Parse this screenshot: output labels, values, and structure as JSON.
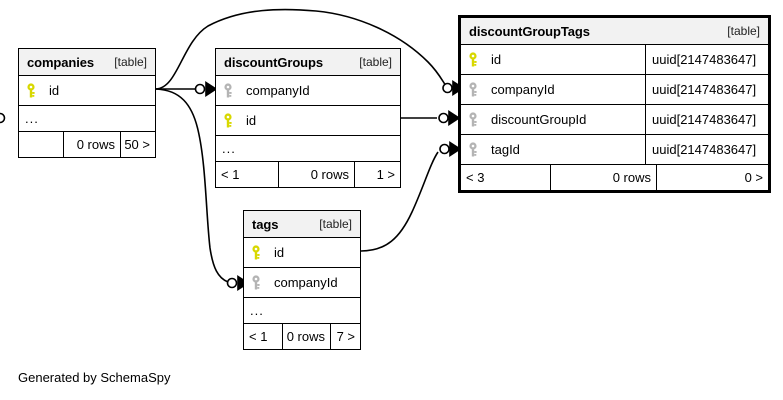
{
  "diagram": {
    "caption": "Generated by SchemaSpy",
    "table_tag": "[table]",
    "ellipsis": "...",
    "rows_label": "0 rows",
    "colors": {
      "primary_key": "#d8d800",
      "foreign_key": "#b4b4b4",
      "header_bg": "#f2f2f2",
      "border": "#000000",
      "background": "#ffffff"
    }
  },
  "tables": {
    "companies": {
      "name": "companies",
      "tag": "[table]",
      "columns": [
        {
          "name": "id",
          "key": "primary",
          "type": ""
        }
      ],
      "ellipsis": "...",
      "footer": {
        "left": "",
        "middle": "0 rows",
        "right": "50 >"
      }
    },
    "discountGroups": {
      "name": "discountGroups",
      "tag": "[table]",
      "columns": [
        {
          "name": "companyId",
          "key": "foreign",
          "type": ""
        },
        {
          "name": "id",
          "key": "primary",
          "type": ""
        }
      ],
      "ellipsis": "...",
      "footer": {
        "left": "< 1",
        "middle": "0 rows",
        "right": "1 >"
      }
    },
    "discountGroupTags": {
      "name": "discountGroupTags",
      "tag": "[table]",
      "focal": true,
      "columns": [
        {
          "name": "id",
          "key": "primary",
          "type": "uuid[2147483647]"
        },
        {
          "name": "companyId",
          "key": "foreign",
          "type": "uuid[2147483647]"
        },
        {
          "name": "discountGroupId",
          "key": "foreign",
          "type": "uuid[2147483647]"
        },
        {
          "name": "tagId",
          "key": "foreign",
          "type": "uuid[2147483647]"
        }
      ],
      "footer": {
        "left": "< 3",
        "middle": "0 rows",
        "right": "0 >"
      }
    },
    "tags": {
      "name": "tags",
      "tag": "[table]",
      "columns": [
        {
          "name": "id",
          "key": "primary",
          "type": ""
        },
        {
          "name": "companyId",
          "key": "foreign",
          "type": ""
        }
      ],
      "ellipsis": "...",
      "footer": {
        "left": "< 1",
        "middle": "0 rows",
        "right": "7 >"
      }
    }
  },
  "relationships": [
    {
      "from": "companies.id",
      "to": "discountGroups.companyId"
    },
    {
      "from": "companies.id",
      "to": "discountGroupTags.companyId"
    },
    {
      "from": "companies.id",
      "to": "tags.companyId"
    },
    {
      "from": "discountGroups.id",
      "to": "discountGroupTags.discountGroupId"
    },
    {
      "from": "tags.id",
      "to": "discountGroupTags.tagId"
    }
  ]
}
